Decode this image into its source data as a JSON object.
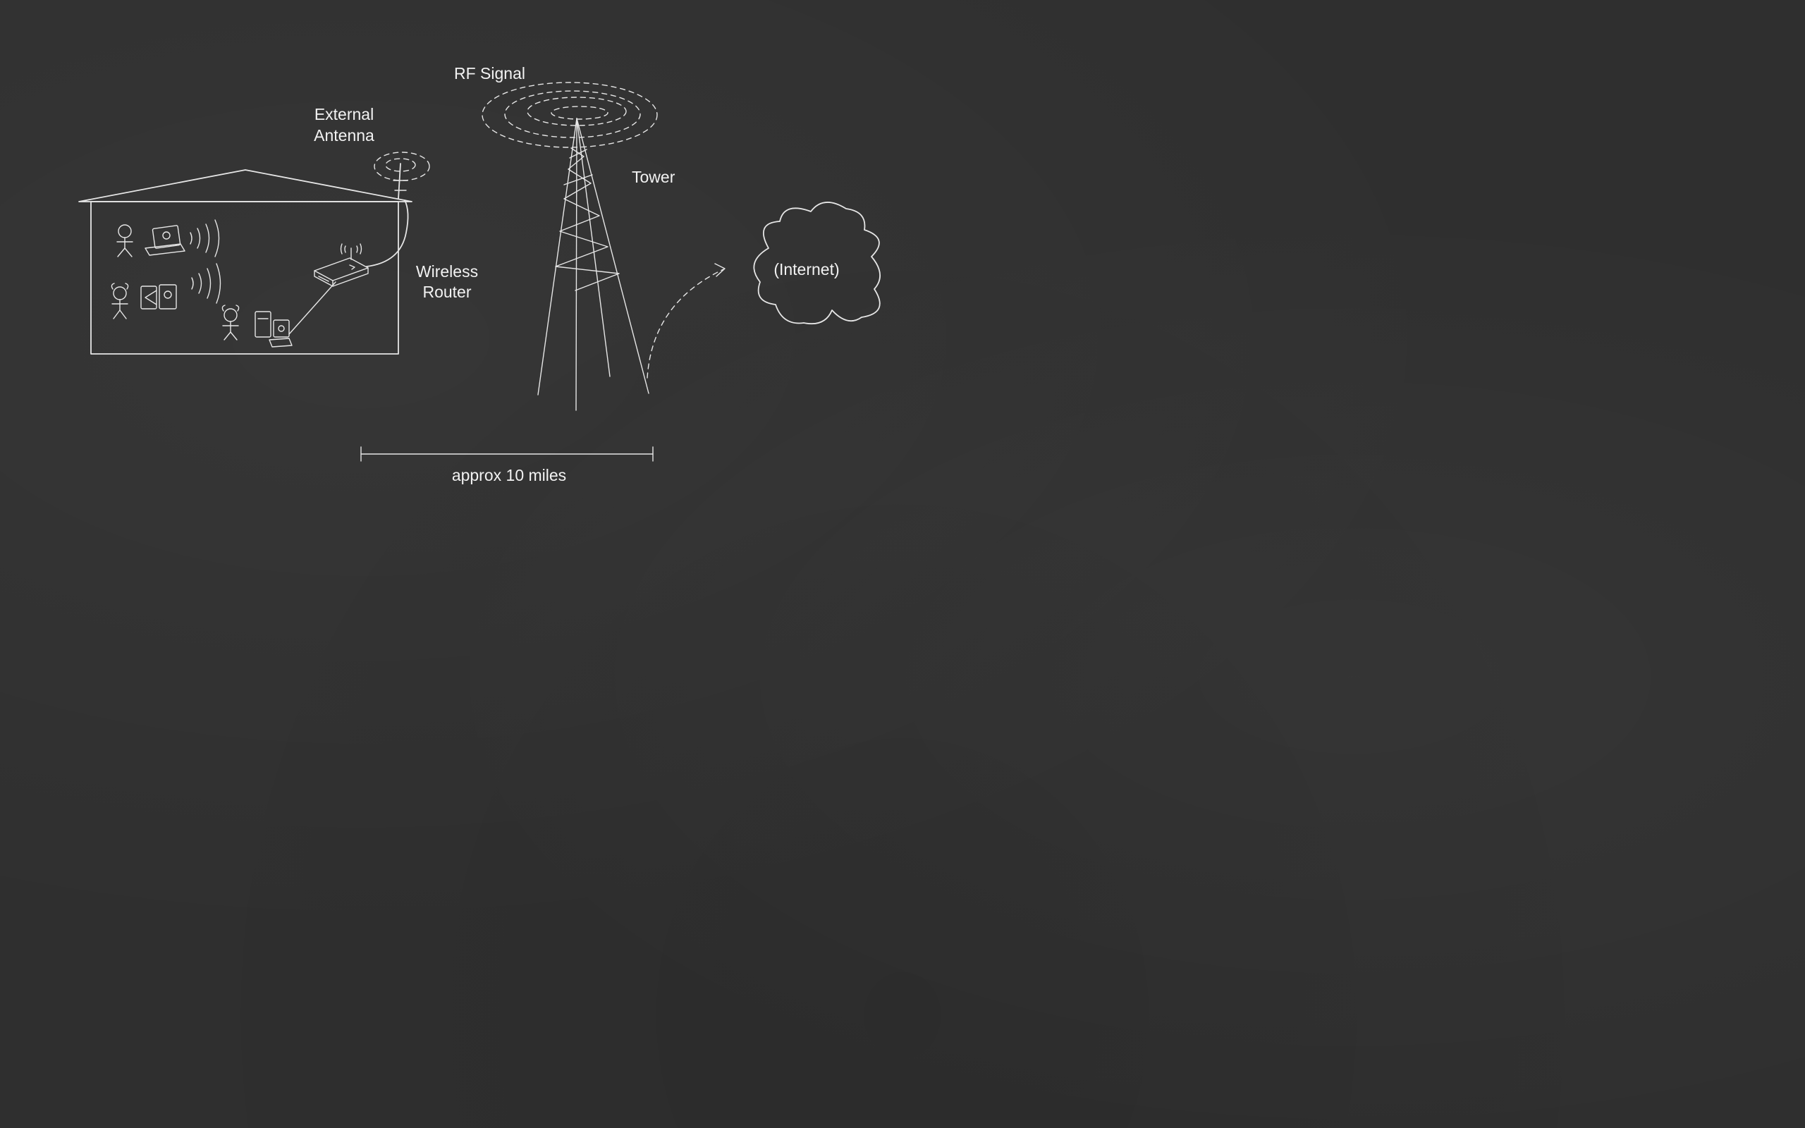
{
  "labels": {
    "rf_signal": "RF Signal",
    "external_antenna_line1": "External",
    "external_antenna_line2": "Antenna",
    "tower": "Tower",
    "wireless_router_line1": "Wireless",
    "wireless_router_line2": "Router",
    "internet": "(Internet)",
    "distance": "approx 10 miles"
  },
  "colors": {
    "background": "#2f2f2f",
    "chalk": "#e6e6e6"
  }
}
